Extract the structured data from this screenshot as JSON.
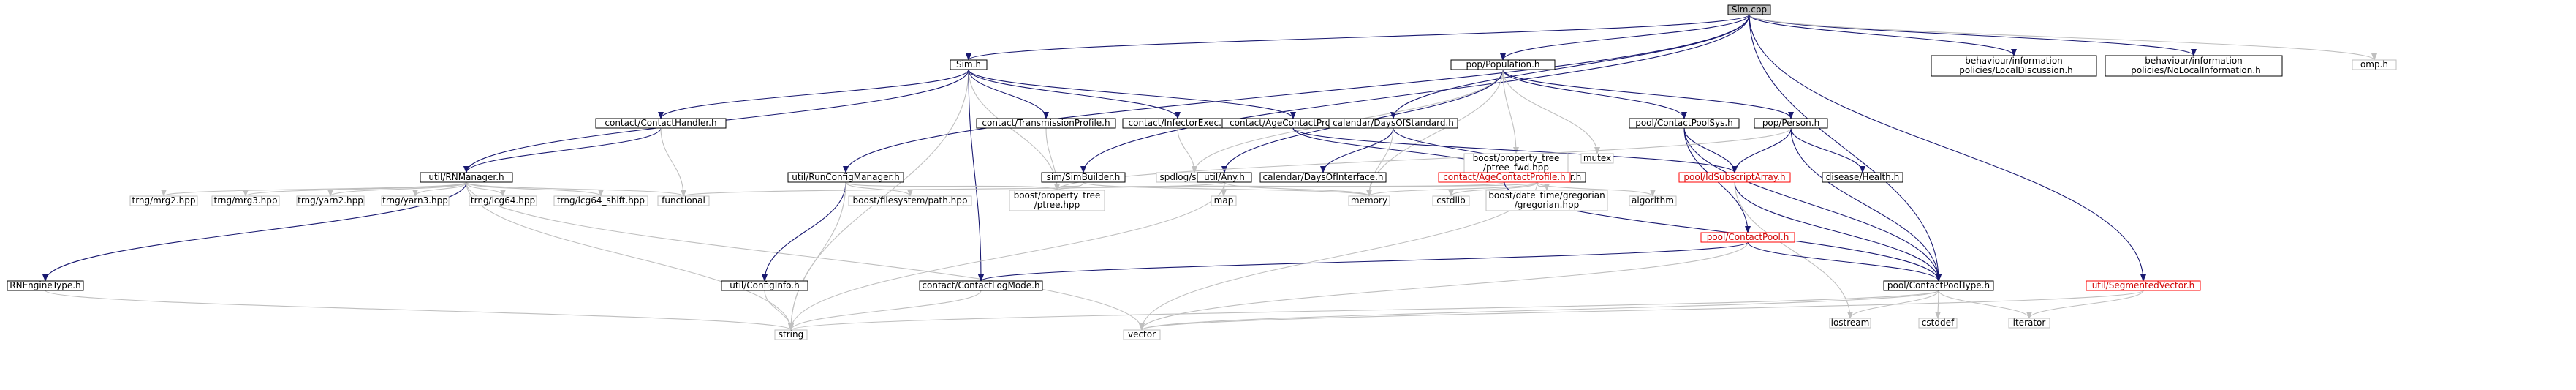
{
  "diagram": {
    "colors": {
      "project_edge": "#191970",
      "system_edge": "#bfbfbf",
      "error_border": "#ff0000",
      "root_fill": "#bfbfbf"
    },
    "nodes": [
      {
        "id": "sim_cpp",
        "label": "Sim.cpp",
        "style": "root"
      },
      {
        "id": "sim_h",
        "label": "Sim.h",
        "style": "normal"
      },
      {
        "id": "population_h",
        "label": "pop/Population.h",
        "style": "normal"
      },
      {
        "id": "local_discussion_h",
        "label": "behaviour/information\n_policies/LocalDiscussion.h",
        "style": "normal"
      },
      {
        "id": "no_local_info_h",
        "label": "behaviour/information\n_policies/NoLocalInformation.h",
        "style": "normal"
      },
      {
        "id": "omp_h",
        "label": "omp.h",
        "style": "grey"
      },
      {
        "id": "contact_handler_h",
        "label": "contact/ContactHandler.h",
        "style": "normal"
      },
      {
        "id": "transmission_profile_h",
        "label": "contact/TransmissionProfile.h",
        "style": "normal"
      },
      {
        "id": "infector_exec_h",
        "label": "contact/InfectorExec.h",
        "style": "normal"
      },
      {
        "id": "age_contact_profiles_h",
        "label": "contact/AgeContactProfiles.h",
        "style": "normal"
      },
      {
        "id": "ptree_fwd_hpp",
        "label": "boost/property_tree\n/ptree_fwd.hpp",
        "style": "grey"
      },
      {
        "id": "mutex",
        "label": "mutex",
        "style": "grey"
      },
      {
        "id": "contact_pool_sys_h",
        "label": "pool/ContactPoolSys.h",
        "style": "normal"
      },
      {
        "id": "person_h",
        "label": "pop/Person.h",
        "style": "normal"
      },
      {
        "id": "rn_manager_h",
        "label": "util/RNManager.h",
        "style": "normal"
      },
      {
        "id": "run_config_manager_h",
        "label": "util/RunConfigManager.h",
        "style": "normal"
      },
      {
        "id": "sim_builder_h",
        "label": "sim/SimBuilder.h",
        "style": "normal"
      },
      {
        "id": "spdlog_h",
        "label": "spdlog/spdlog.h",
        "style": "grey"
      },
      {
        "id": "days_of_standard_h",
        "label": "calendar/DaysOfStandard.h",
        "style": "normal"
      },
      {
        "id": "any_h",
        "label": "util/Any.h",
        "style": "normal"
      },
      {
        "id": "days_of_interface_h",
        "label": "calendar/DaysOfInterface.h",
        "style": "normal"
      },
      {
        "id": "calendar_h",
        "label": "calendar/Calendar.h",
        "style": "normal"
      },
      {
        "id": "age_contact_profile_h",
        "label": "contact/AgeContactProfile.h",
        "style": "red"
      },
      {
        "id": "id_subscript_array_h",
        "label": "pool/IdSubscriptArray.h",
        "style": "red"
      },
      {
        "id": "disease_health_h",
        "label": "disease/Health.h",
        "style": "normal"
      },
      {
        "id": "mrg2",
        "label": "trng/mrg2.hpp",
        "style": "grey"
      },
      {
        "id": "mrg3",
        "label": "trng/mrg3.hpp",
        "style": "grey"
      },
      {
        "id": "yarn2",
        "label": "trng/yarn2.hpp",
        "style": "grey"
      },
      {
        "id": "yarn3",
        "label": "trng/yarn3.hpp",
        "style": "grey"
      },
      {
        "id": "lcg64",
        "label": "trng/lcg64.hpp",
        "style": "grey"
      },
      {
        "id": "lcg64_shift",
        "label": "trng/lcg64_shift.hpp",
        "style": "grey"
      },
      {
        "id": "functional",
        "label": "functional",
        "style": "grey"
      },
      {
        "id": "fs_path",
        "label": "boost/filesystem/path.hpp",
        "style": "grey"
      },
      {
        "id": "ptree_hpp",
        "label": "boost/property_tree\n/ptree.hpp",
        "style": "grey"
      },
      {
        "id": "map",
        "label": "map",
        "style": "grey"
      },
      {
        "id": "memory",
        "label": "memory",
        "style": "grey"
      },
      {
        "id": "cstdlib",
        "label": "cstdlib",
        "style": "grey"
      },
      {
        "id": "gregorian_hpp",
        "label": "boost/date_time/gregorian\n/gregorian.hpp",
        "style": "grey"
      },
      {
        "id": "algorithm",
        "label": "algorithm",
        "style": "grey"
      },
      {
        "id": "contact_pool_h",
        "label": "pool/ContactPool.h",
        "style": "red"
      },
      {
        "id": "iostream",
        "label": "iostream",
        "style": "grey"
      },
      {
        "id": "rn_engine_type_h",
        "label": "RNEngineType.h",
        "style": "normal"
      },
      {
        "id": "config_info_h",
        "label": "util/ConfigInfo.h",
        "style": "normal"
      },
      {
        "id": "contact_log_mode_h",
        "label": "contact/ContactLogMode.h",
        "style": "normal"
      },
      {
        "id": "contact_pool_type_h",
        "label": "pool/ContactPoolType.h",
        "style": "normal"
      },
      {
        "id": "segmented_vector_h",
        "label": "util/SegmentedVector.h",
        "style": "red"
      },
      {
        "id": "string",
        "label": "string",
        "style": "grey"
      },
      {
        "id": "vector",
        "label": "vector",
        "style": "grey"
      },
      {
        "id": "cstddef",
        "label": "cstddef",
        "style": "grey"
      },
      {
        "id": "iterator",
        "label": "iterator",
        "style": "grey"
      }
    ]
  }
}
